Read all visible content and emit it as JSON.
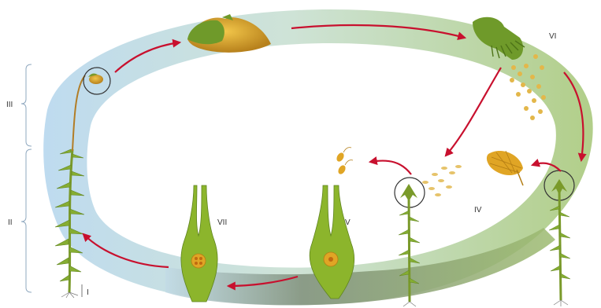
{
  "labels": {
    "i": "I",
    "ii": "II",
    "iii": "III",
    "iv": "IV",
    "v": "V",
    "vi": "VI",
    "vii": "VII"
  },
  "colors": {
    "ring_blue": "#bcdcef",
    "ring_green": "#a8c97a",
    "ring_gray": "#8e9a86",
    "plant_green": "#6f9a2a",
    "capsule_gold": "#d6a023",
    "arrow_red": "#c8102e",
    "spore_gold": "#e0b13c"
  },
  "stages": [
    {
      "id": "stage-i",
      "icon": "rhizoid-base"
    },
    {
      "id": "stage-ii",
      "icon": "leafy-gametophyte"
    },
    {
      "id": "stage-iii",
      "icon": "sporophyte"
    },
    {
      "id": "stage-iv",
      "icon": "protonema"
    },
    {
      "id": "stage-v",
      "icon": "archegonium-with-egg"
    },
    {
      "id": "stage-vi",
      "icon": "open-capsule-spores"
    },
    {
      "id": "stage-vii",
      "icon": "archegonium-with-embryo"
    }
  ]
}
